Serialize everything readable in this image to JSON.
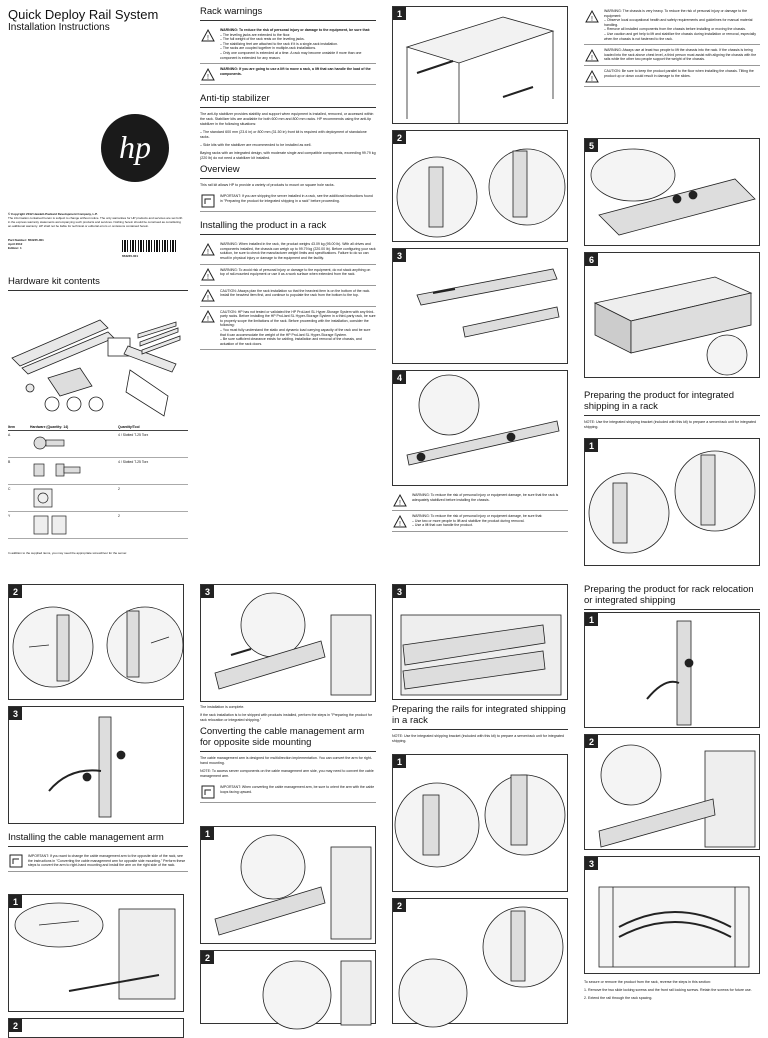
{
  "colors": {
    "ink": "#111111",
    "panel_border": "#333333",
    "badge": "#222222"
  },
  "col1": {
    "title": "Quick Deploy Rail System",
    "subtitle": "Installation Instructions",
    "copyright": "© Copyright 2012 Hewlett-Packard Development Company, L.P.",
    "legal": "The information contained herein is subject to change without notice. The only warranties for HP products and services are set forth in the express warranty statements accompanying such products and services. Nothing herein should be construed as constituting an additional warranty. HP shall not be liable for technical or editorial errors or omissions contained herein.",
    "part_number_label": "Part Number: 653245-001",
    "edition_date": "April 2012",
    "edition": "Edition: 1",
    "barcode_number": "653245-001",
    "hardware_heading": "Hardware kit contents",
    "table_headers": [
      "Item",
      "Hardware (Quantity: 14)",
      "Quantity/Tool"
    ],
    "table_rows": [
      {
        "item": "A",
        "tool": "4 / Slotted T-25 Torx"
      },
      {
        "item": "B",
        "tool": "4 / Slotted T-25 Torx"
      },
      {
        "item": "C",
        "tool": "2"
      },
      {
        "item": "Y",
        "tool": "2"
      }
    ],
    "table_footer": "In addition to the supplied items, you may need the appropriate screwdriver for the server."
  },
  "col2": {
    "rack_warnings_heading": "Rack warnings",
    "warn1_title": "WARNING: To reduce the risk of personal injury or damage to the equipment, be sure that:",
    "warn1_items": [
      "– The leveling jacks are extended to the floor.",
      "– The full weight of the rack rests on the leveling jacks.",
      "– The stabilizing feet are attached to the rack if it is a single-rack installation.",
      "– The racks are coupled together in multiple-rack installations.",
      "– Only one component is extended at a time. A rack may become unstable if more than one component is extended for any reason."
    ],
    "warn2": "WARNING: If you are going to use a lift to move a rack, a lift that can handle the load of the components.",
    "antitip_heading": "Anti-tip stabilizer",
    "antitip_p1": "The anti-tip stabilizer provides stability and support when equipment is installed, removed, or accessed within the rack. Stabilizer kits are available for both 600 mm and 800 mm racks. HP recommends using the anti-tip stabilizer in the following situations:",
    "antitip_items": [
      "– The standard 600 mm (23.6 in) or 800 mm (31.50 in) front kit is required with deployment of standalone racks.",
      "– Side kits with the stabilizer are recommended to be installed as well."
    ],
    "antitip_p2": "Baying racks with an integrated design, with moderate single and compatible components, exceeding 99.79 kg (220 lb) do not need a stabilizer kit installed.",
    "overview_heading": "Overview",
    "overview_text": "This rail kit allows HP to provide a variety of products to mount on square hole racks.",
    "important1": "IMPORTANT: If you are shipping the server installed in a rack, see the additional instructions found in \"Preparing the product for integrated shipping in a rack\" before proceeding.",
    "installing_heading": "Installing the product in a rack",
    "warn3": "WARNING: When installed in the rack, the product weighs 43.09 kg (95.00 lb). With all drives and components installed, the chassis can weigh up to 99.79 kg (220.00 lb). Before configuring your rack solution, be sure to check the manufacturer weight limits and specifications. Failure to do so can result in physical injury or damage to the equipment and the facility.",
    "warn4": "WARNING: To avoid risk of personal injury or damage to the equipment, do not stack anything on top of rail-mounted equipment or use it as a work surface when extended from the rack.",
    "caution1": "CAUTION: Always plan the rack installation so that the heaviest item is on the bottom of the rack. Install the heaviest item first, and continue to populate the rack from the bottom to the top.",
    "caution2": "CAUTION: HP has not tested or validated the HP ProLiant SL Hyper-Storage System with any third-party racks. Before installing the HP ProLiant SL Hyper-Storage System in a third-party rack, be sure to properly scope the limitations of the rack. Before proceeding with the installation, consider the following:",
    "caution2_items": [
      "– You must fully understand the static and dynamic load carrying capacity of the rack and be sure that it can accommodate the weight of the HP ProLiant SL Hyper-Storage System.",
      "– Be sure sufficient clearance exists for cabling, installation and removal of the chassis, and actuation of the rack doors."
    ],
    "after_panel3_1": "The installation is complete.",
    "after_panel3_2": "If the rack installation is to be shipped with products installed, perform the steps in \"Preparing the product for rack relocation or integrated shipping.\"",
    "converting_heading": "Converting the cable management arm for opposite side mounting",
    "converting_p": "The cable management arm is designed for multidirection implementation. You can convert the arm for right-hand mounting.",
    "converting_note": "NOTE: To access server components on the cable management arm side, you may need to convert the cable management arm.",
    "important2": "IMPORTANT: When converting the cable management arm, be sure to orient the arm with the cable loops facing upward."
  },
  "col1b": {
    "cable_heading": "Installing the cable management arm",
    "important3": "IMPORTANT: If you want to change the cable management arm to the opposite side of the rack, see the instructions in \"Converting the cable management arm for opposite side mounting.\" Perform these steps to convert the arm to right-hand mounting and install the arm on the right side of the rack."
  },
  "col3": {
    "warn5": "WARNING: To reduce the risk of personal injury or equipment damage, be sure that the rack is adequately stabilized before installing the chassis.",
    "warn6_title": "WARNING: To reduce the risk of personal injury or equipment damage, be sure that:",
    "warn6_items": [
      "– Use two or more people to lift and stabilize the product during removal.",
      "– Use a lift that can handle the product."
    ],
    "integrated_heading": "Preparing the rails for integrated shipping in a rack",
    "integrated_note": "NOTE: Use the integrated shipping bracket (included with this kit) to prepare a server/rack unit for integrated shipping."
  },
  "col4": {
    "warn7_title": "WARNING: The chassis is very heavy. To reduce the risk of personal injury or damage to the equipment:",
    "warn7_items": [
      "– Observe local occupational health and safety requirements and guidelines for manual material handling.",
      "– Remove all installed components from the chassis before installing or moving the chassis.",
      "– Use caution and get help to lift and stabilize the chassis during installation or removal, especially when the chassis is not fastened to the rack."
    ],
    "warn8": "WARNING: Always use at least two people to lift the chassis into the rack. If the chassis is being loaded into the rack above chest level, a third person must assist with aligning the chassis with the rails while the other two people support the weight of the chassis.",
    "caution3": "CAUTION: Be sure to keep the product parallel to the floor when installing the chassis. Tilting the product up or down could result in damage to the slides.",
    "prep_integrated_heading": "Preparing the product for integrated shipping in a rack",
    "prep_integrated_note": "NOTE: Use the integrated shipping bracket (included with this kit) to prepare a server/rack unit for integrated shipping.",
    "relocation_heading": "Preparing the product for rack relocation or integrated shipping",
    "bottom_text": "To secure or remove the product from the rack, reverse the steps in this section:",
    "bottom_steps": [
      "1. Remove the two slide locking screws and the front rail locking screws. Retain the screws for future use.",
      "2. Extend the rail through the rack spacing."
    ]
  },
  "panels": {
    "p1": "1",
    "p2": "2",
    "p3": "3",
    "p4": "4",
    "p5": "5",
    "p6": "6",
    "c1_2": "2",
    "c1_3": "3",
    "c1_1": "1",
    "c1_bottom": "2",
    "c2_3": "3",
    "c2_1": "1",
    "c2_2": "2",
    "c3_3": "3",
    "c3_1": "1",
    "c3_2": "2",
    "c4_1": "1",
    "c4_r1": "1",
    "c4_r2": "2",
    "c4_r3": "3"
  },
  "icons": [
    "hp-logo",
    "warning-triangle-icon",
    "important-hand-icon",
    "rail-drawing",
    "rack-drawing"
  ]
}
